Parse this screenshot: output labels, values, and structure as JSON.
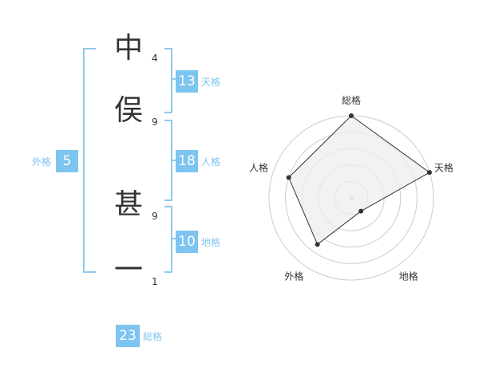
{
  "name": {
    "characters": [
      {
        "char": "中",
        "strokes": "4"
      },
      {
        "char": "俣",
        "strokes": "9"
      },
      {
        "char": "甚",
        "strokes": "9"
      },
      {
        "char": "一",
        "strokes": "1"
      }
    ]
  },
  "fortunes": {
    "tenkaku": {
      "value": "13",
      "label": "天格"
    },
    "jinkaku": {
      "value": "18",
      "label": "人格"
    },
    "chikaku": {
      "value": "10",
      "label": "地格"
    },
    "gaikaku": {
      "value": "5",
      "label": "外格"
    },
    "soukaku": {
      "value": "23",
      "label": "総格"
    }
  },
  "chart_data": {
    "type": "radar",
    "axes": [
      "総格",
      "天格",
      "地格",
      "外格",
      "人格"
    ],
    "values": [
      5,
      5,
      1,
      3.5,
      4
    ],
    "range": [
      0,
      5
    ],
    "rings": 5,
    "colors": {
      "fill": "#eeeeee",
      "stroke": "#333333",
      "grid": "#cccccc",
      "point": "#333333"
    }
  }
}
